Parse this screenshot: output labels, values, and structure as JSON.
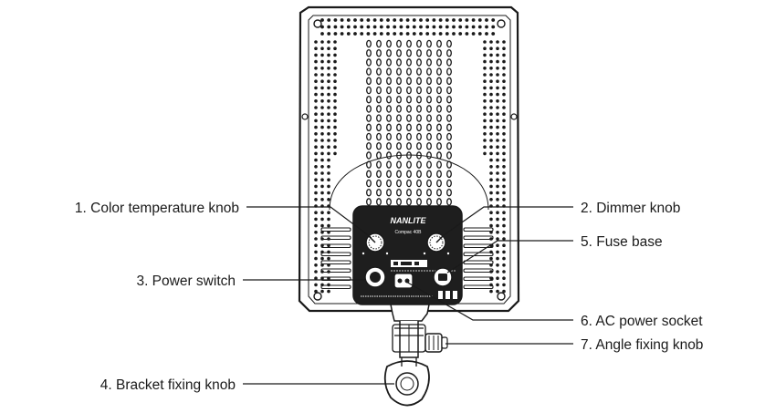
{
  "callouts": {
    "color_temperature_knob": "1. Color temperature knob",
    "dimmer_knob": "2. Dimmer knob",
    "power_switch": "3. Power switch",
    "bracket_fixing_knob": "4. Bracket fixing knob",
    "fuse_base": "5. Fuse base",
    "ac_power_socket": "6. AC power socket",
    "angle_fixing_knob": "7. Angle fixing knob"
  },
  "panel": {
    "brand": "NANLITE",
    "model": "Compac 40B"
  },
  "colors": {
    "line": "#1a1a1a",
    "panel": "#1e1e1e",
    "background": "#ffffff"
  }
}
